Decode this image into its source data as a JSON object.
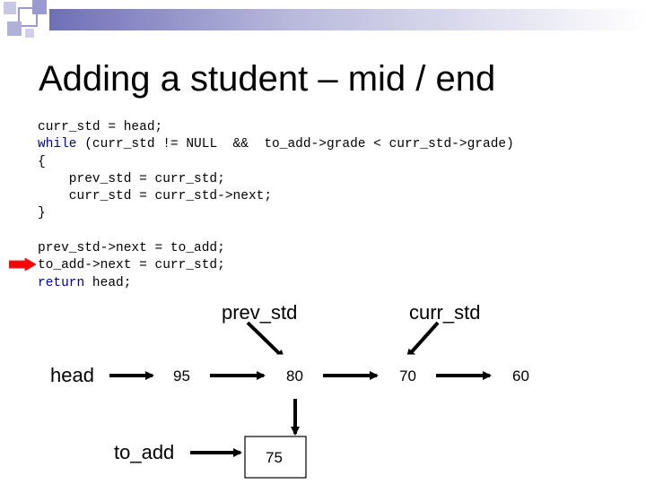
{
  "slide": {
    "title": "Adding a student – mid / end"
  },
  "code": {
    "l1": "curr_std = head;",
    "l2_kw": "while",
    "l2_rest": " (curr_std != NULL  &&  to_add->grade < curr_std->grade)",
    "l3": "{",
    "l4": "    prev_std = curr_std;",
    "l5": "    curr_std = curr_std->next;",
    "l6": "}",
    "l7": "",
    "l8": "prev_std->next = to_add;",
    "l9": "to_add->next = curr_std;",
    "l10_kw": "return",
    "l10_rest": " head;"
  },
  "diagram": {
    "labels": {
      "head": "head",
      "prev_std": "prev_std",
      "curr_std": "curr_std",
      "to_add": "to_add"
    },
    "nodes": [
      "95",
      "80",
      "70",
      "60"
    ],
    "new_node": "75"
  },
  "colors": {
    "accent": "#ff0000",
    "keyword": "#000099",
    "title_bar": "#6f6fb8"
  }
}
